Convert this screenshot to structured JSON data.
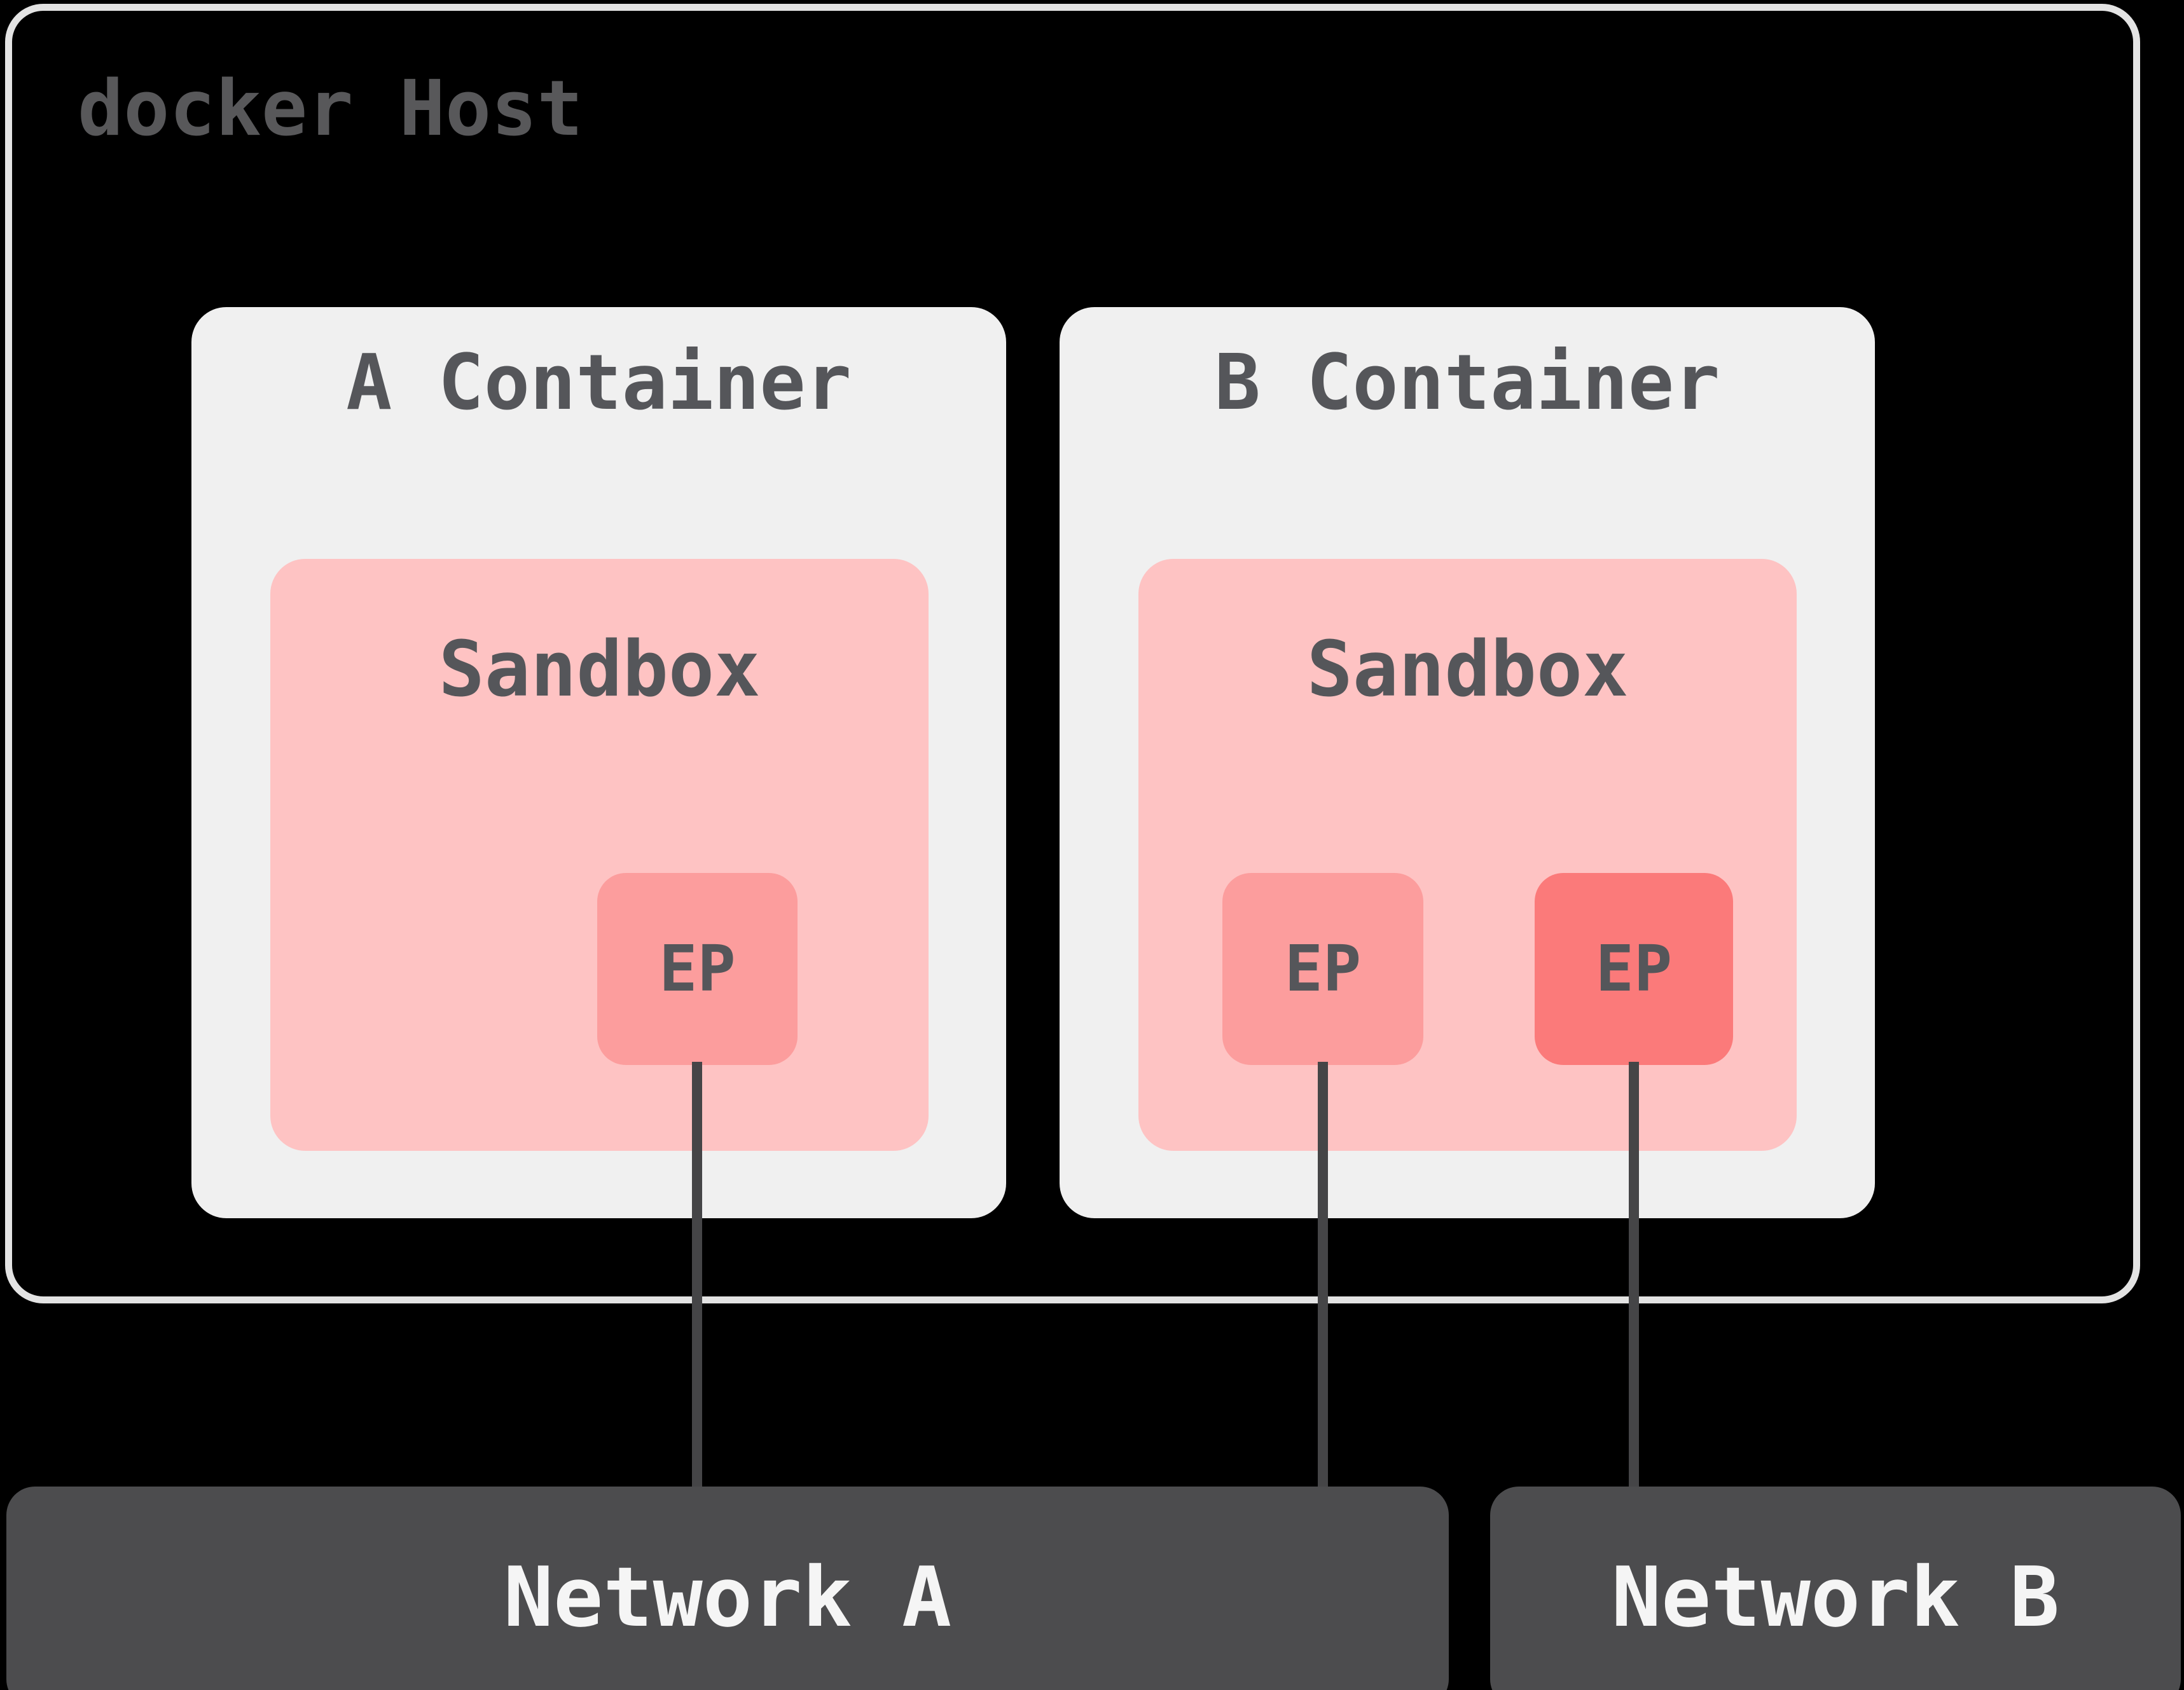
{
  "diagram": {
    "title_note": "Docker libnetwork sandbox / endpoint / network diagram",
    "host": {
      "label": "docker Host"
    },
    "containers": [
      {
        "title": "A Container",
        "sandbox": {
          "label": "Sandbox",
          "endpoints": [
            {
              "label": "EP",
              "variant": "light",
              "connects_to": "Network A"
            }
          ]
        }
      },
      {
        "title": "B Container",
        "sandbox": {
          "label": "Sandbox",
          "endpoints": [
            {
              "label": "EP",
              "variant": "light",
              "connects_to": "Network A"
            },
            {
              "label": "EP",
              "variant": "dark",
              "connects_to": "Network B"
            }
          ]
        }
      }
    ],
    "networks": [
      {
        "label": "Network A"
      },
      {
        "label": "Network B"
      }
    ],
    "colors": {
      "background": "#000000",
      "host_border": "#e3e3e3",
      "host_label_text": "#58585a",
      "container_fill": "#f0f0f0",
      "sandbox_fill": "#fec3c3",
      "endpoint_light_fill": "#fc9d9d",
      "endpoint_dark_fill": "#fb7a7a",
      "dark_text": "#55565a",
      "network_fill": "#4c4c4e",
      "network_text": "#f5f5f5",
      "connector_line": "#454547"
    }
  }
}
